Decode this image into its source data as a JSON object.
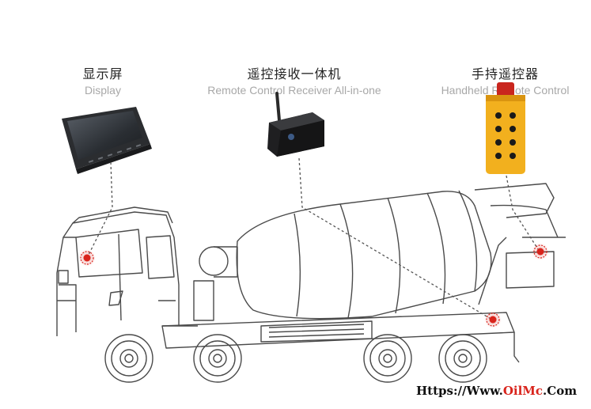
{
  "labels": {
    "display": {
      "cn": "显示屏",
      "en": "Display"
    },
    "receiver": {
      "cn": "遥控接收一体机",
      "en": "Remote Control Receiver All-in-one"
    },
    "handheld": {
      "cn": "手持遥控器",
      "en": "Handheld Remote Control"
    }
  },
  "watermark": {
    "prefix": "Https://Www.",
    "brand": "OilMc",
    "suffix": ".Com"
  },
  "colors": {
    "marker": "#d9241c",
    "device_yellow": "#f2b01e",
    "line": "#555555"
  }
}
